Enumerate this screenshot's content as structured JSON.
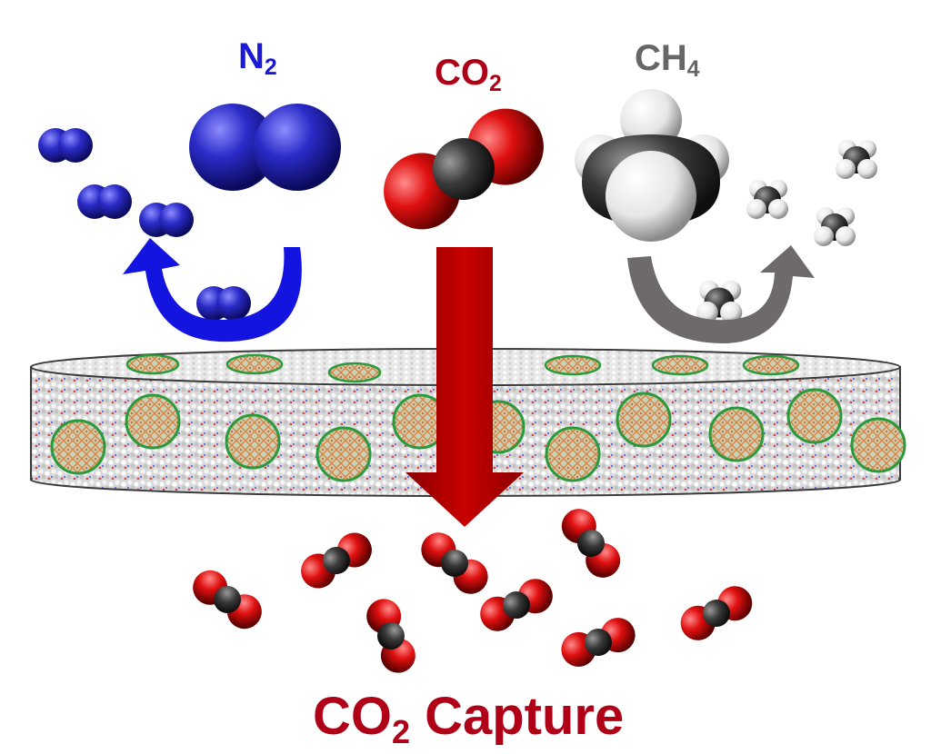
{
  "labels": {
    "n2": {
      "main": "N",
      "sub": "2"
    },
    "co2": {
      "main": "CO",
      "sub": "2"
    },
    "ch4": {
      "main": "CH",
      "sub": "4"
    },
    "capture": {
      "main": "CO",
      "sub": "2",
      "rest": " Capture"
    }
  },
  "colors": {
    "n2": "#1a1ad6",
    "co2": "#b00018",
    "ch4": "#666666",
    "arrow_n2": "#1414e0",
    "arrow_co2": "#b00000",
    "arrow_ch4": "#6e6a6a",
    "pore_ring": "#2a9a3c"
  }
}
